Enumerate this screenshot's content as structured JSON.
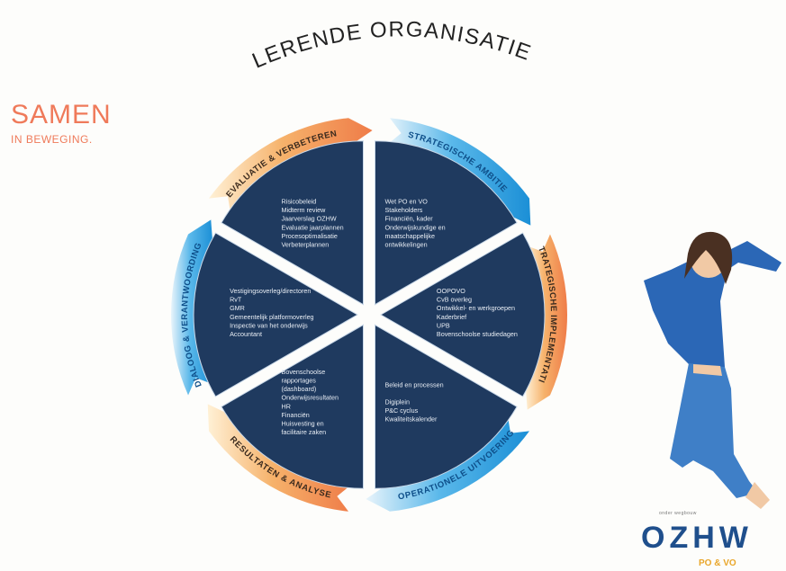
{
  "title": "LERENDE ORGANISATIE",
  "brand": {
    "line1": "SAMEN",
    "line2": "IN BEWEGING."
  },
  "colors": {
    "navy": "#1f3a5f",
    "blue": "#1b8fd6",
    "orange": "#ef7c48",
    "brand": "#ef7a5a"
  },
  "arrows": [
    {
      "label": "EVALUATIE & VERBETEREN",
      "color": "orange"
    },
    {
      "label": "STRATEGISCHE AMBITIE",
      "color": "blue"
    },
    {
      "label": "STRATEGISCHE IMPLEMENTATIE",
      "color": "orange"
    },
    {
      "label": "OPERATIONELE UITVOERING",
      "color": "blue"
    },
    {
      "label": "RESULTATEN & ANALYSE",
      "color": "orange"
    },
    {
      "label": "DIALOOG & VERANTWOORDING",
      "color": "blue"
    }
  ],
  "segments": [
    {
      "lines": [
        "Risicobeleid",
        "Midterm review",
        "Jaarverslag OZHW",
        "Evaluatie jaarplannen",
        "Procesoptimalisatie",
        "Verbeterplannen"
      ]
    },
    {
      "lines": [
        "Wet PO en VO",
        "Stakeholders",
        "Financiën, kader",
        "Onderwijskundige en",
        "maatschappelijke",
        "ontwikkelingen"
      ]
    },
    {
      "lines": [
        "OOPOVO",
        "CvB overleg",
        "Ontwikkel- en werkgroepen",
        "Kaderbrief",
        "UPB",
        "Bovenschoolse studiedagen"
      ]
    },
    {
      "lines": [
        "Beleid en processen",
        "",
        "Digiplein",
        "P&C cyclus",
        "Kwaliteitskalender"
      ]
    },
    {
      "lines": [
        "Bovenschoolse",
        "rapportages",
        "(dashboard)",
        "Onderwijsresultaten",
        "HR",
        "Financiën",
        "Huisvesting en",
        "facilitaire zaken"
      ]
    },
    {
      "lines": [
        "Vestigingsoverleg/directoren",
        "RvT",
        "GMR",
        "Gemeentelijk platformoverleg",
        "Inspectie van het onderwijs",
        "Accountant"
      ]
    }
  ],
  "logo": {
    "tagline": "onder wegbouw",
    "name": "OZHW",
    "sub": "PO & VO"
  }
}
